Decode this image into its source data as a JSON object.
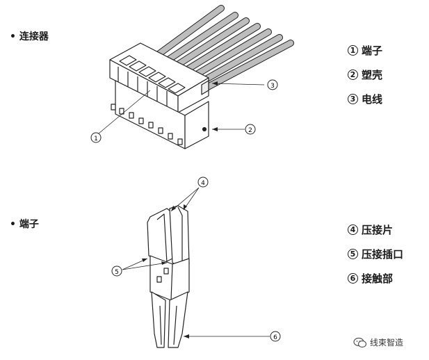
{
  "sections": {
    "connector_title": "• 连接器",
    "terminal_title": "• 端子"
  },
  "legend_top": [
    {
      "num": "1",
      "label": "端子"
    },
    {
      "num": "2",
      "label": "塑壳"
    },
    {
      "num": "3",
      "label": "电线"
    }
  ],
  "legend_bottom": [
    {
      "num": "4",
      "label": "压接片"
    },
    {
      "num": "5",
      "label": "压接插口"
    },
    {
      "num": "6",
      "label": "接触部"
    }
  ],
  "callouts": {
    "c1": "1",
    "c2": "2",
    "c3": "3",
    "c4": "4",
    "c5": "5",
    "c6": "6"
  },
  "watermark": {
    "text": "线束智造",
    "icon": "wechat-icon"
  }
}
